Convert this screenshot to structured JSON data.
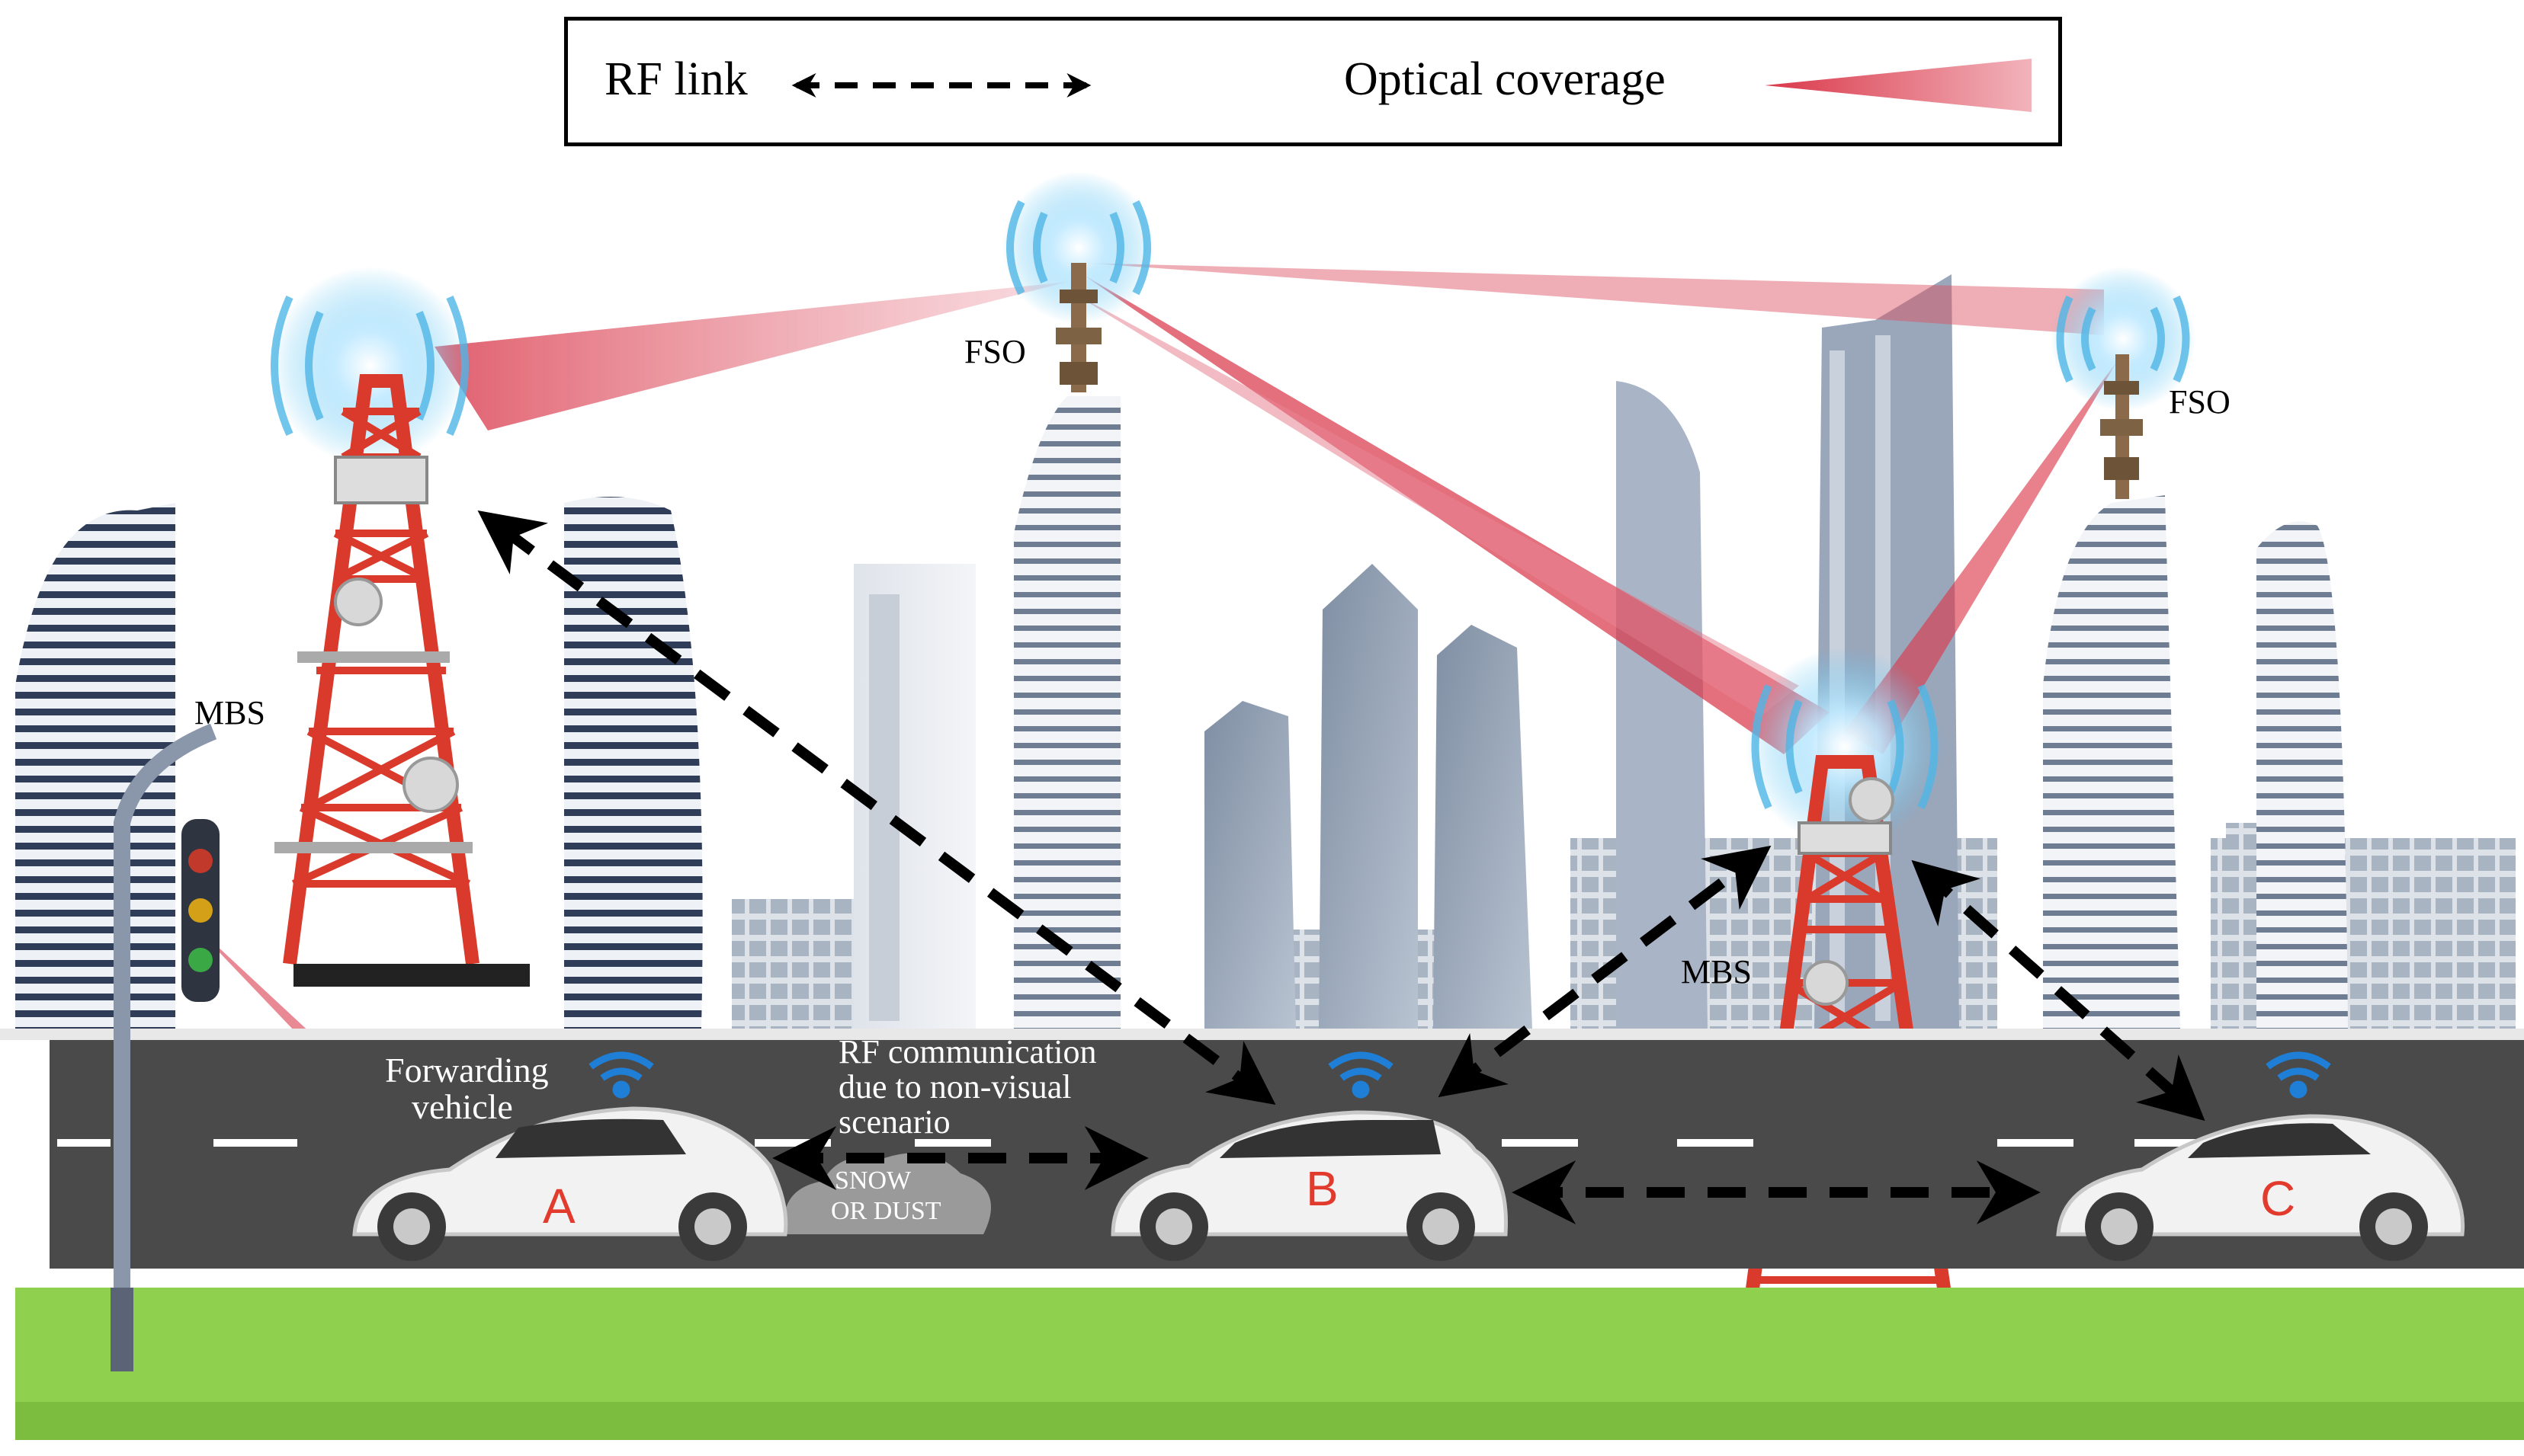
{
  "legend": {
    "rf_link": "RF link",
    "optical_coverage": "Optical coverage"
  },
  "labels": {
    "fso_left": "FSO",
    "fso_right": "FSO",
    "mbs_left": "MBS",
    "mbs_right": "MBS",
    "forwarding_line1": "Forwarding",
    "forwarding_line2": "vehicle",
    "rf_line1": "RF communication",
    "rf_line2": "due to non-visual",
    "rf_line3": "scenario",
    "snow_line1": "SNOW",
    "snow_line2": "OR  DUST"
  },
  "vehicles": {
    "a": "A",
    "b": "B",
    "c": "C"
  },
  "colors": {
    "optical_beam": "#d9384a",
    "rf_arrow": "#000000",
    "road": "#4a4a4a",
    "grass": "#8fd14f",
    "tower_red": "#d93a2b",
    "vehicle_label": "#e23b2e",
    "wifi": "#1f7fd6"
  }
}
